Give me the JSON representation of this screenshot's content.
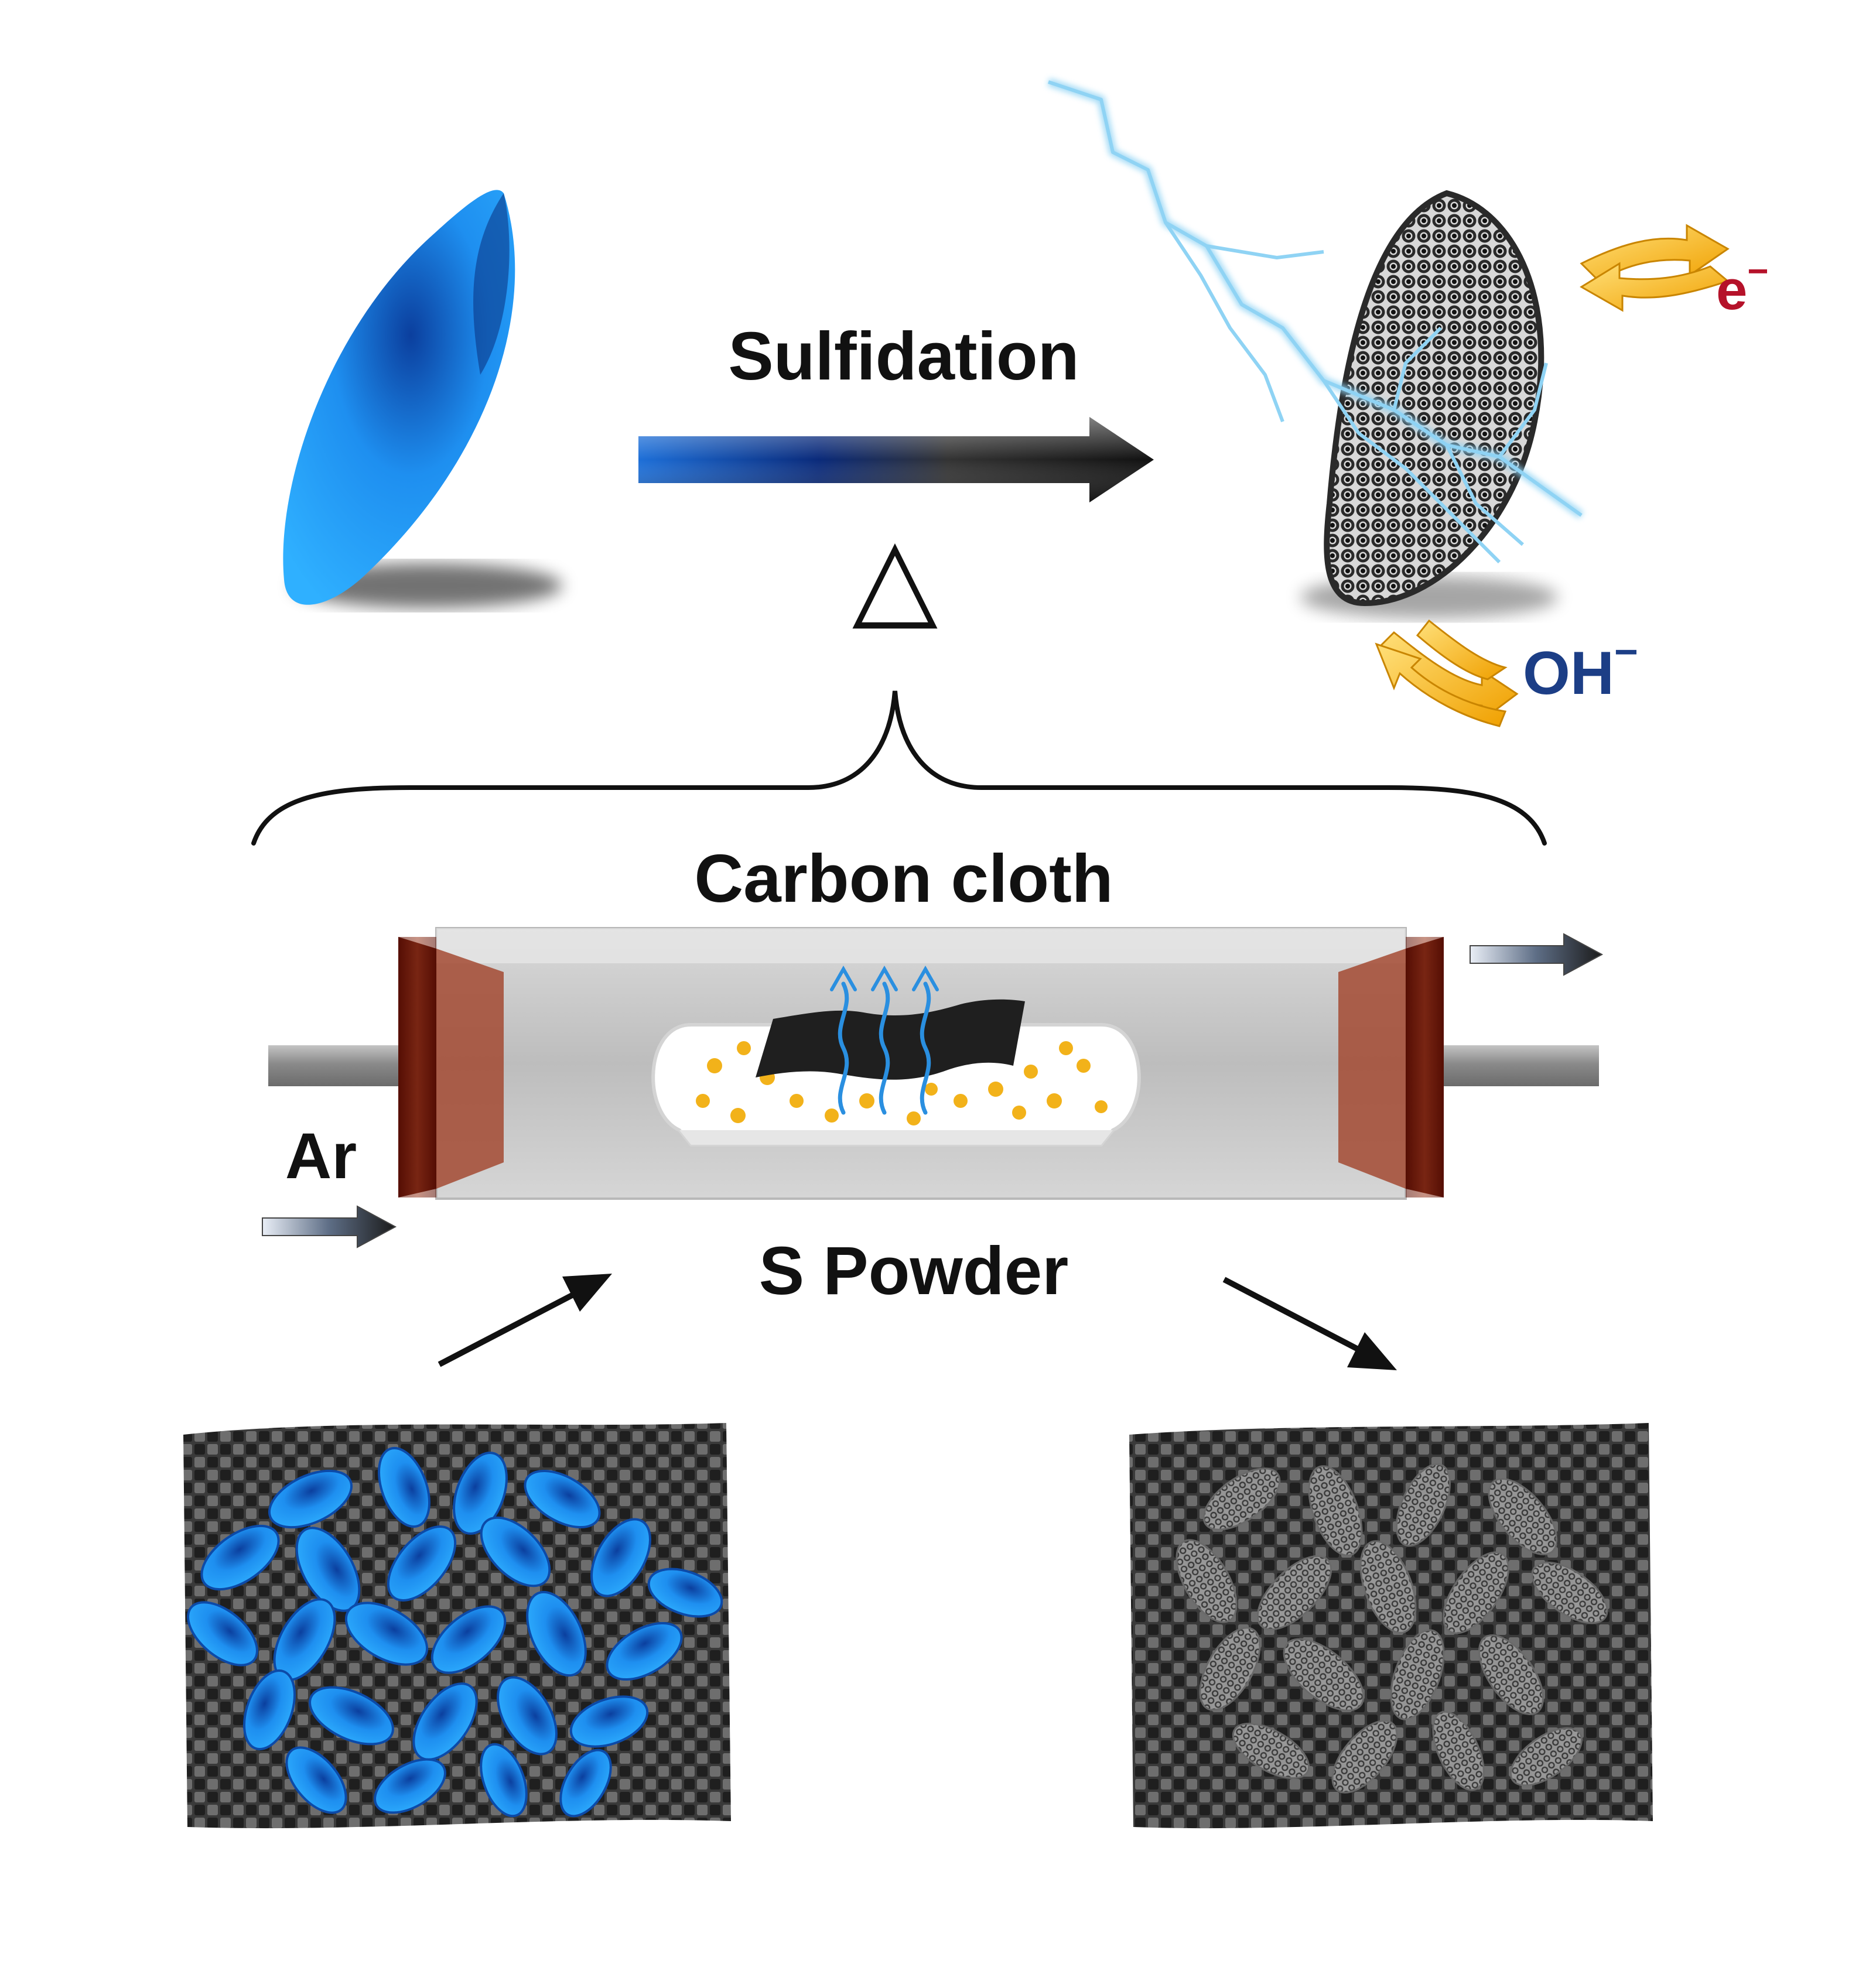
{
  "labels": {
    "sulfidation": "Sulfidation",
    "heat_symbol": "△",
    "carbon_cloth": "Carbon cloth",
    "gas": "Ar",
    "sulfur_source": "S Powder",
    "electron": "e",
    "electron_sup": "−",
    "hydroxide": "OH",
    "hydroxide_sup": "−"
  },
  "colors": {
    "precursor_blue": "#1e8ff0",
    "precursor_dark": "#0b3f9e",
    "product_dark": "#2a2a2a",
    "tube_gray": "#c9c9c9",
    "flange_brown": "#7a1c0c",
    "sulfur_yellow": "#f2b21a",
    "electron_red": "#b5122a",
    "hydroxide_navy": "#1c3e86",
    "exchange_arrow": "#f3b619",
    "lightning": "#8fd3f4"
  },
  "icons": {
    "precursor": "blue-spindle-particle",
    "product": "porous-sulfide-particle",
    "furnace": "tube-furnace",
    "cloth_before": "carbon-cloth-with-blue-particles",
    "cloth_after": "carbon-cloth-with-gray-particles"
  }
}
